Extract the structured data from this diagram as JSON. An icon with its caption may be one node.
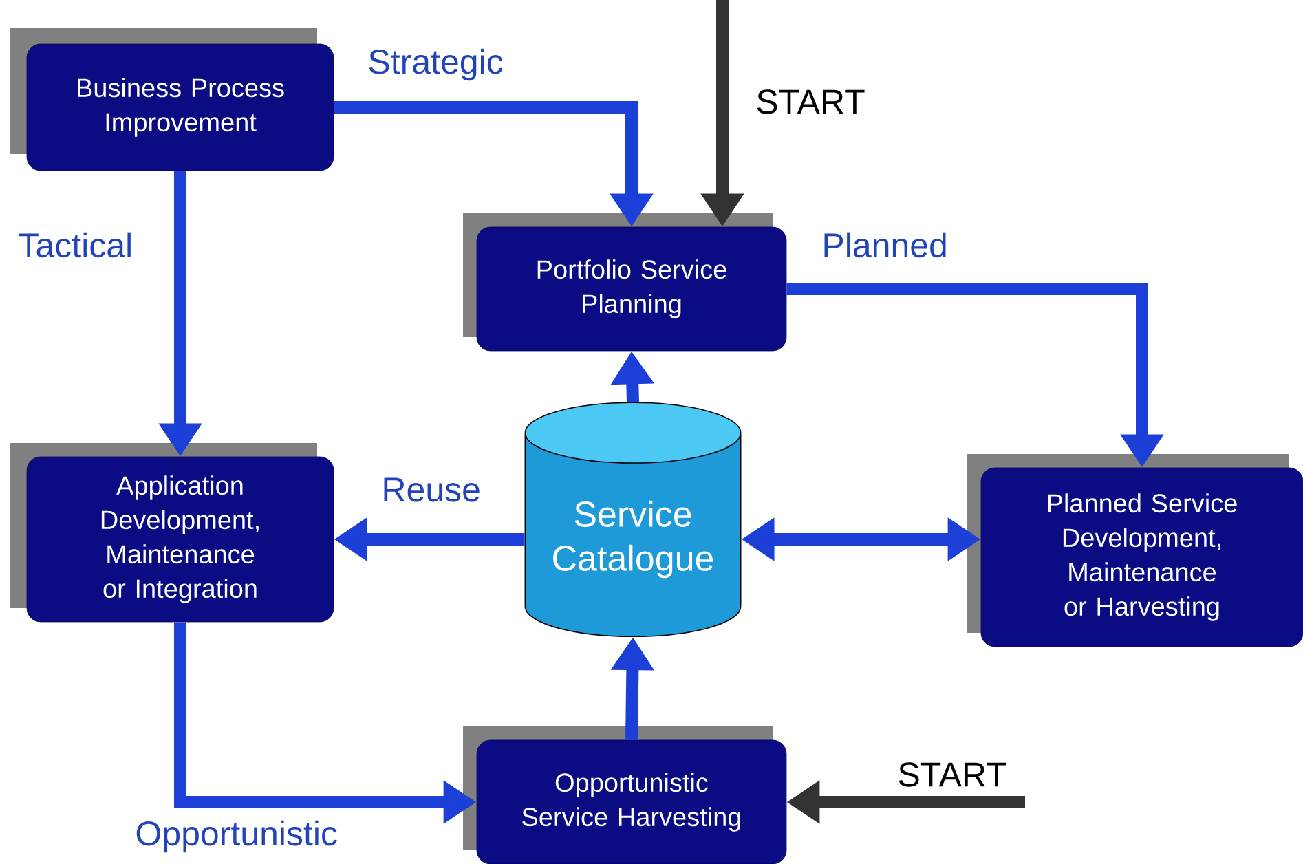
{
  "diagram": {
    "nodes": [
      {
        "text": [
          "Business Process Improvement"
        ]
      },
      {
        "text": [
          "Portfolio Service Planning"
        ]
      },
      {
        "text": [
          "Application Development, Maintenance or Integration"
        ]
      },
      {
        "text": [
          "Service Catalogue"
        ]
      },
      {
        "text": [
          "Planned Service Development, Maintenance or Harvesting"
        ]
      },
      {
        "text": [
          "Opportunistic Service Harvesting"
        ]
      }
    ],
    "edges": [
      {
        "from": 0,
        "to": 1,
        "arrow": "to",
        "label": "Strategic"
      },
      {
        "from": 0,
        "to": 2,
        "arrow": "to",
        "label": "Tactical"
      },
      {
        "from": 1,
        "to": 4,
        "arrow": "to",
        "label": "Planned"
      },
      {
        "from": 3,
        "to": 1,
        "arrow": "to"
      },
      {
        "from": 3,
        "to": 2,
        "arrow": "to",
        "label": "Reuse"
      },
      {
        "from": 3,
        "to": 4,
        "arrow": "both"
      },
      {
        "from": 2,
        "to": 5,
        "arrow": "to",
        "label": "Opportunistic"
      },
      {
        "from": 5,
        "to": 3,
        "arrow": "to"
      },
      {
        "from": null,
        "to": 1,
        "arrow": "to",
        "label": "START",
        "color": "#333333"
      },
      {
        "from": null,
        "to": 5,
        "arrow": "to",
        "label": "START",
        "color": "#333333"
      }
    ]
  }
}
